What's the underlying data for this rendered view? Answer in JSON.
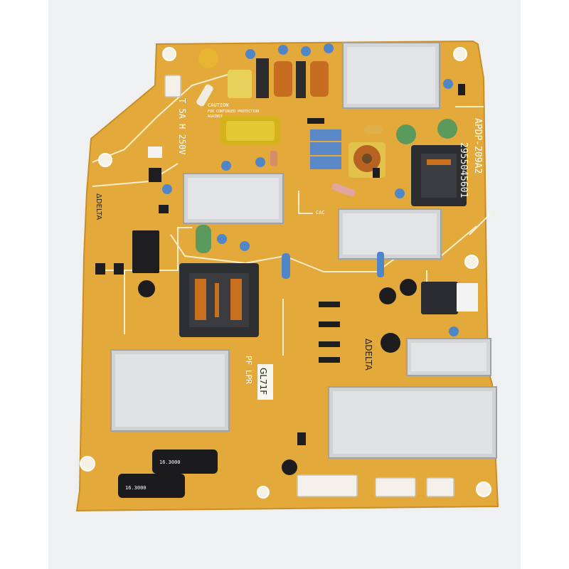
{
  "photo": {
    "background_color": "#eef0f1",
    "board_color": "#e3a93a",
    "silkscreen": {
      "model": "APDP-209A2",
      "part_number": "2955045601",
      "fuse_rating": "T 5A H 250V",
      "board_code": "GL71F",
      "brand_left": "ΔDELTA",
      "brand_right": "ΔDELTA",
      "mark_pfpr": "PF LPR",
      "caution_title": "CAUTION",
      "caution_line_1": "FOR CONTINUED PROTECTION",
      "caution_line_2": "AGAINST",
      "circle_code": "CAC",
      "cap_label": "16.3000"
    }
  }
}
